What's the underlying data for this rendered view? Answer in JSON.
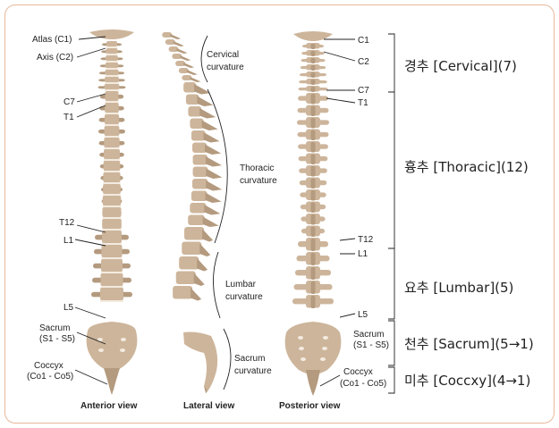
{
  "anterior": {
    "labels": {
      "atlas": "Atlas (C1)",
      "axis": "Axis (C2)",
      "c7": "C7",
      "t1": "T1",
      "t12": "T12",
      "l1": "L1",
      "l5": "L5",
      "sacrum_line1": "Sacrum",
      "sacrum_line2": "(S1 - S5)",
      "coccyx_line1": "Coccyx",
      "coccyx_line2": "(Co1 - Co5)"
    },
    "caption": "Anterior view"
  },
  "lateral": {
    "labels": {
      "cervical_line1": "Cervical",
      "cervical_line2": "curvature",
      "thoracic_line1": "Thoracic",
      "thoracic_line2": "curvature",
      "lumbar_line1": "Lumbar",
      "lumbar_line2": "curvature",
      "sacrum_line1": "Sacrum",
      "sacrum_line2": "curvature"
    },
    "caption": "Lateral view"
  },
  "posterior": {
    "labels": {
      "c1": "C1",
      "c2": "C2",
      "c7": "C7",
      "t1": "T1",
      "t12": "T12",
      "l1": "L1",
      "l5": "L5",
      "sacrum_line1": "Sacrum",
      "sacrum_line2": "(S1 - S5)",
      "coccyx_line1": "Coccyx",
      "coccyx_line2": "(Co1 - Co5)"
    },
    "caption": "Posterior view"
  },
  "regions": {
    "cervical": "경추 [Cervical](7)",
    "thoracic": "흉추 [Thoracic](12)",
    "lumbar": "요추 [Lumbar](5)",
    "sacrum": "천추 [Sacrum](5→1)",
    "coccyx": "미추 [Coccxy](4→1)"
  },
  "colors": {
    "bone": "#cdb59b",
    "bone_dark": "#b49a7e",
    "disc": "#f3ebe0",
    "border": "#e8b898"
  }
}
